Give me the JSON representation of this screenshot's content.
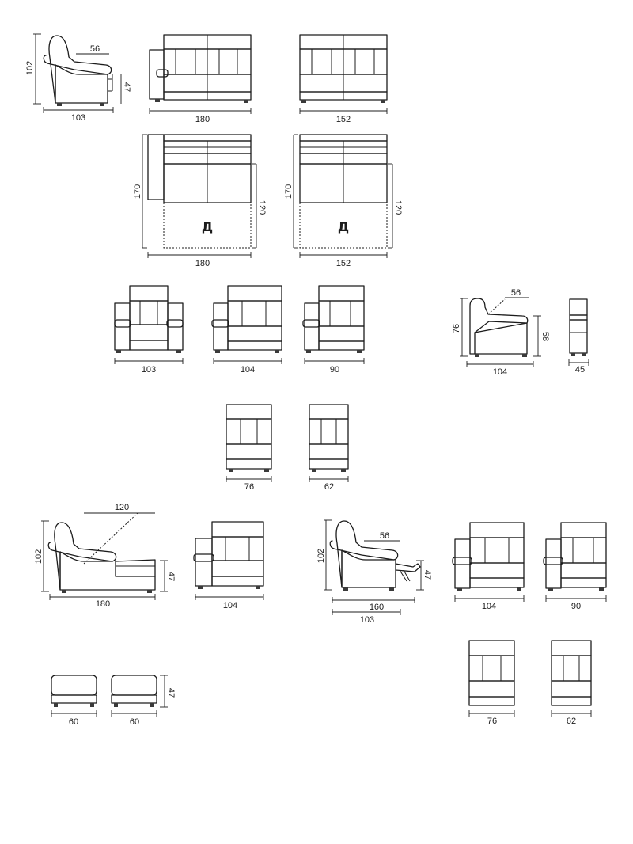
{
  "drawings": [
    {
      "id": "sofa-3-side",
      "dims": [
        "102",
        "56",
        "47",
        "103"
      ]
    },
    {
      "id": "sofa-3-front",
      "dims": [
        "180"
      ]
    },
    {
      "id": "sofa-2-front",
      "dims": [
        "152"
      ]
    },
    {
      "id": "sofa-3-bed-top",
      "dims": [
        "170",
        "120",
        "180"
      ],
      "mark": "Д"
    },
    {
      "id": "sofa-2-bed-top",
      "dims": [
        "170",
        "120",
        "152"
      ],
      "mark": "Д"
    },
    {
      "id": "armchair-front",
      "dims": [
        "103"
      ]
    },
    {
      "id": "module-one-arm-104",
      "dims": [
        "104"
      ]
    },
    {
      "id": "module-one-arm-90",
      "dims": [
        "90"
      ]
    },
    {
      "id": "corner-side",
      "dims": [
        "76",
        "56",
        "58",
        "104"
      ]
    },
    {
      "id": "corner-narrow",
      "dims": [
        "45"
      ]
    },
    {
      "id": "armless-76",
      "dims": [
        "76"
      ]
    },
    {
      "id": "armless-62",
      "dims": [
        "62"
      ]
    },
    {
      "id": "chaise-side",
      "dims": [
        "120",
        "102",
        "47",
        "180"
      ]
    },
    {
      "id": "chaise-front",
      "dims": [
        "104"
      ]
    },
    {
      "id": "recliner-side",
      "dims": [
        "102",
        "56",
        "47",
        "160",
        "103"
      ]
    },
    {
      "id": "recliner-front-104",
      "dims": [
        "104"
      ]
    },
    {
      "id": "recliner-front-90",
      "dims": [
        "90"
      ]
    },
    {
      "id": "ottoman-a",
      "dims": [
        "60",
        "47"
      ]
    },
    {
      "id": "ottoman-b",
      "dims": [
        "60"
      ]
    },
    {
      "id": "recliner-armless-76",
      "dims": [
        "76"
      ]
    },
    {
      "id": "recliner-armless-62",
      "dims": [
        "62"
      ]
    }
  ]
}
